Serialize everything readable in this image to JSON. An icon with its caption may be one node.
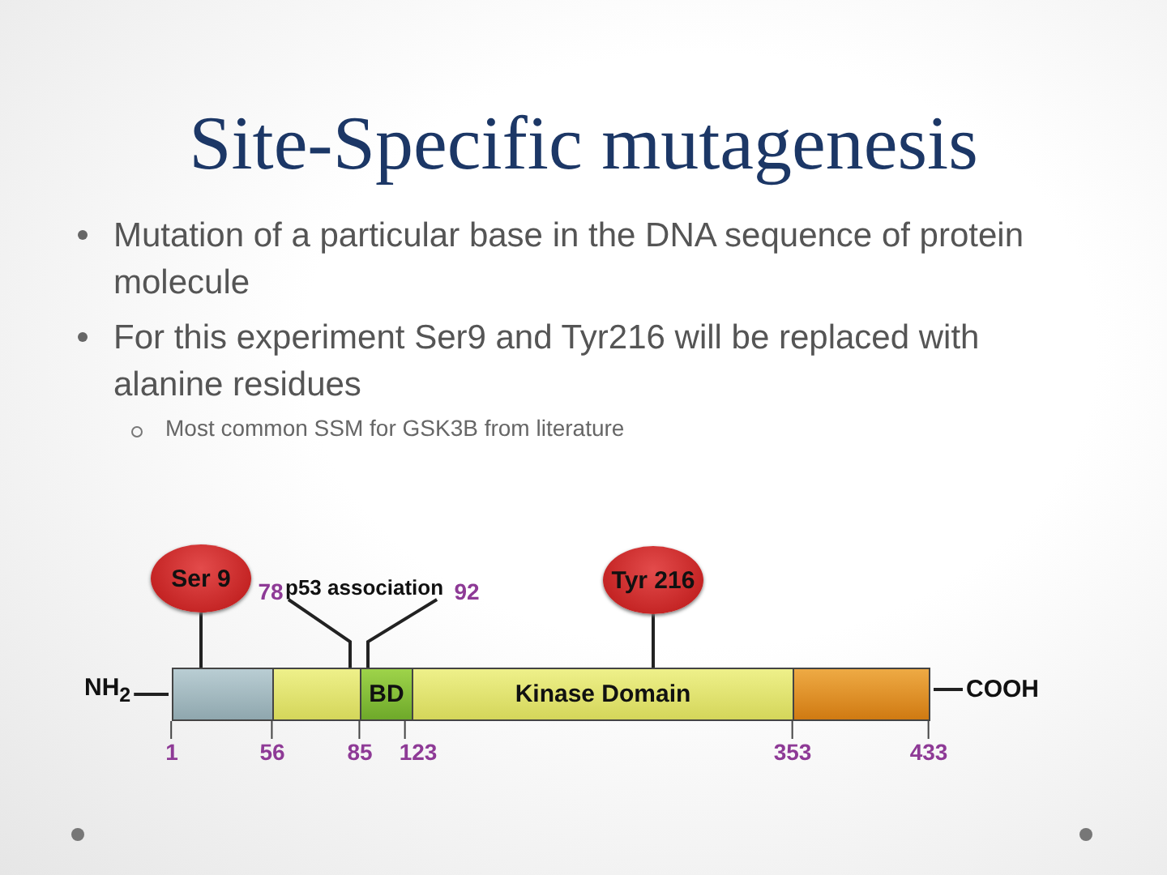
{
  "diagram": {
    "title": "Site-Specific mutagenesis",
    "nodes": [
      {
        "text": [
          "Ser 9"
        ]
      },
      {
        "text": [
          "p53 association"
        ]
      },
      {
        "text": [
          "Tyr 216"
        ]
      },
      {
        "text": [
          "NH$_{2}$"
        ]
      },
      {
        "text": [],
        "shape": "box",
        "beside": [
          "1"
        ]
      },
      {
        "text": [],
        "shape": "box",
        "beside": [
          "56"
        ]
      },
      {
        "text": [
          "BD"
        ],
        "beside": [
          "85"
        ]
      },
      {
        "text": [
          "Kinase Domain"
        ],
        "beside": [
          "123"
        ]
      },
      {
        "text": [],
        "shape": "box",
        "beside": [
          "353",
          "433"
        ]
      },
      {
        "text": [
          "COOH"
        ]
      }
    ],
    "edges": [
      {
        "from": 0,
        "to": 4,
        "arrow": "none"
      },
      {
        "from": 1,
        "to": 5,
        "arrow": "none"
      },
      {
        "from": 1,
        "to": 6,
        "arrow": "none"
      },
      {
        "from": 2,
        "to": 7,
        "arrow": "none"
      },
      {
        "from": 3,
        "to": 4,
        "arrow": "none"
      },
      {
        "from": 8,
        "to": 9,
        "arrow": "none"
      }
    ],
    "labels": [
      "Mutation of a particular base in the DNA sequence of protein molecule",
      "For this experiment Ser9 and Tyr216 will be replaced with alanine residues",
      "Most common SSM for GSK3B from literature",
      "78",
      "92"
    ]
  }
}
